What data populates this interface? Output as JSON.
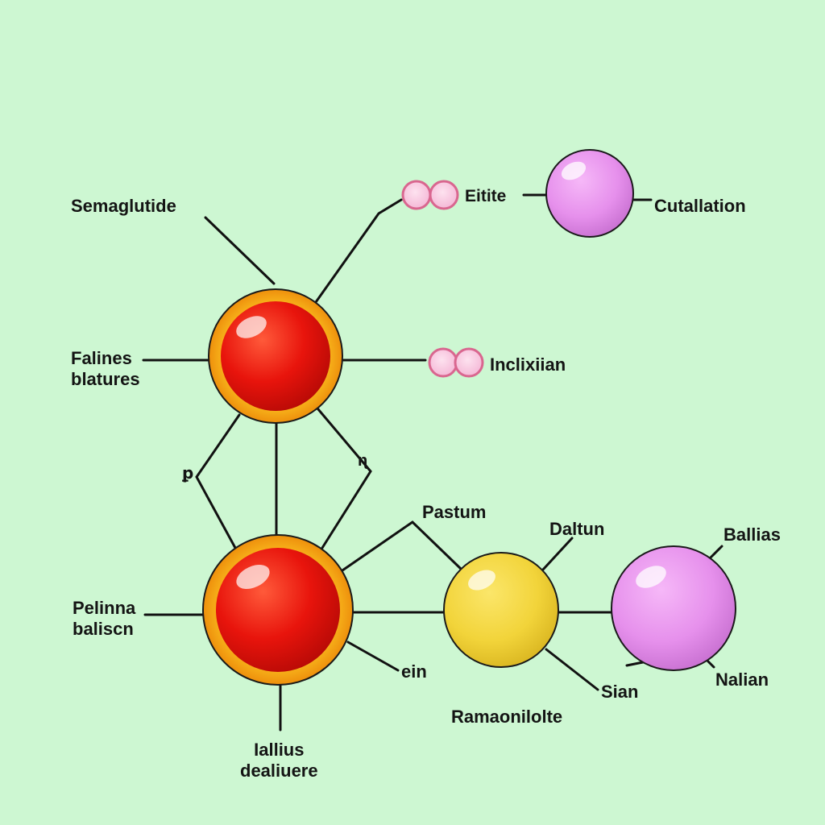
{
  "colors": {
    "background": "#cdf7d2",
    "red_core": "#e8140c",
    "orange_ring": "#f5a312",
    "yellow": "#f2d43a",
    "violet": "#e690ec",
    "pink_pair": "#f7c3df",
    "line": "#111111"
  },
  "labels": {
    "semaglutide": "Semaglutide",
    "eitite": "Eitite",
    "cutallation": "Cutallation",
    "falines_1": "Falines",
    "falines_2": "blatures",
    "inclixiian": "Inclixiian",
    "small_left": "ꝑ",
    "small_right": "ɳ",
    "pastum": "Pastum",
    "daltun": "Daltun",
    "ballias": "Ballias",
    "pelinna_1": "Pelinna",
    "pelinna_2": "baliscn",
    "ein": "ein",
    "sian": "Sian",
    "nalian": "Nalian",
    "ramaonilolte": "Ramaonilolte",
    "lallius_1": "Iallius",
    "lallius_2": "dealiuere"
  }
}
